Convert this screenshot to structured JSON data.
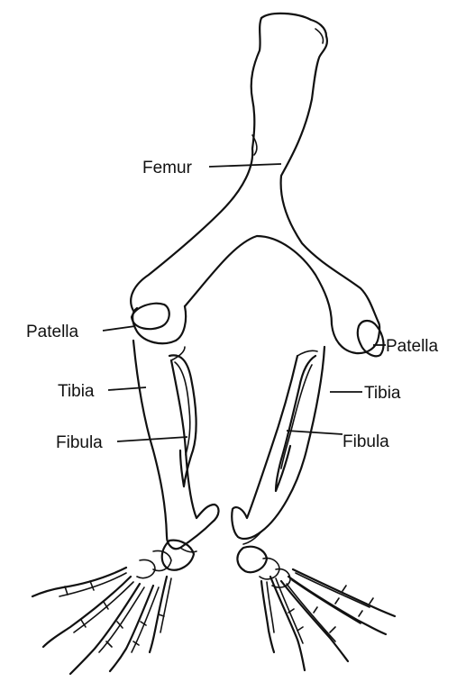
{
  "diagram": {
    "labels": {
      "femur": "Femur",
      "patella_left": "Patella",
      "patella_right": "Patella",
      "tibia_left": "Tibia",
      "tibia_right": "Tibia",
      "fibula_left": "Fibula",
      "fibula_right": "Fibula"
    },
    "colors": {
      "ink": "#111111",
      "background": "#ffffff"
    }
  }
}
